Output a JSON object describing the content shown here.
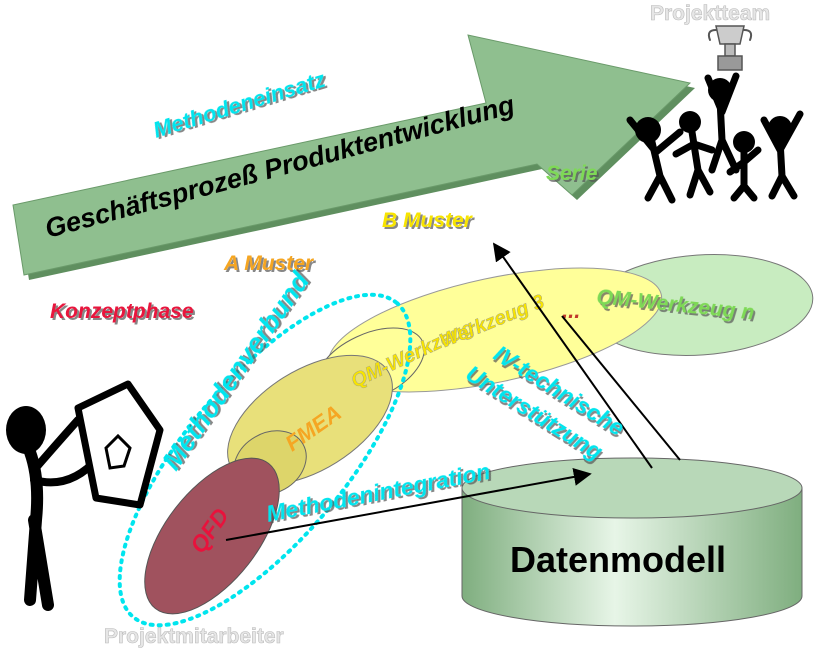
{
  "arrow": {
    "title": "Geschäftsprozeß Produktentwicklung",
    "subtitle": "Methodeneinsatz"
  },
  "phases": {
    "konzept": "Konzeptphase",
    "a_muster": "A Muster",
    "b_muster": "B Muster",
    "serie": "Serie"
  },
  "tools": {
    "qfd": "QFD",
    "fmea": "FMEA",
    "qm_werkzeug": "QM-Werkzeug",
    "qm_werkzeug_n": "QM-Werkzeug n",
    "werkzeug_3": "Werkzeug 3",
    "ellipsis": "..."
  },
  "labels": {
    "methodenverbund": "Methodenverbund",
    "methodenintegration": "Methodenintegration",
    "it_support_line1": "IV-technische",
    "it_support_line2": "Unterstützung",
    "datenmodell": "Datenmodell",
    "projektteam": "Projektteam",
    "projektmitarbeiter": "Projektmitarbeiter"
  },
  "colors": {
    "arrow_fill": "#8fbf8f",
    "cyan": "#00e5ee",
    "yellow": "#ffff99",
    "phase_red": "#e8123c",
    "phase_orange": "#f5a623",
    "phase_yellow": "#f7e400",
    "phase_green": "#7ed957",
    "qfd_fill": "#a0525e",
    "drum_fill": "#b8d8b8"
  }
}
